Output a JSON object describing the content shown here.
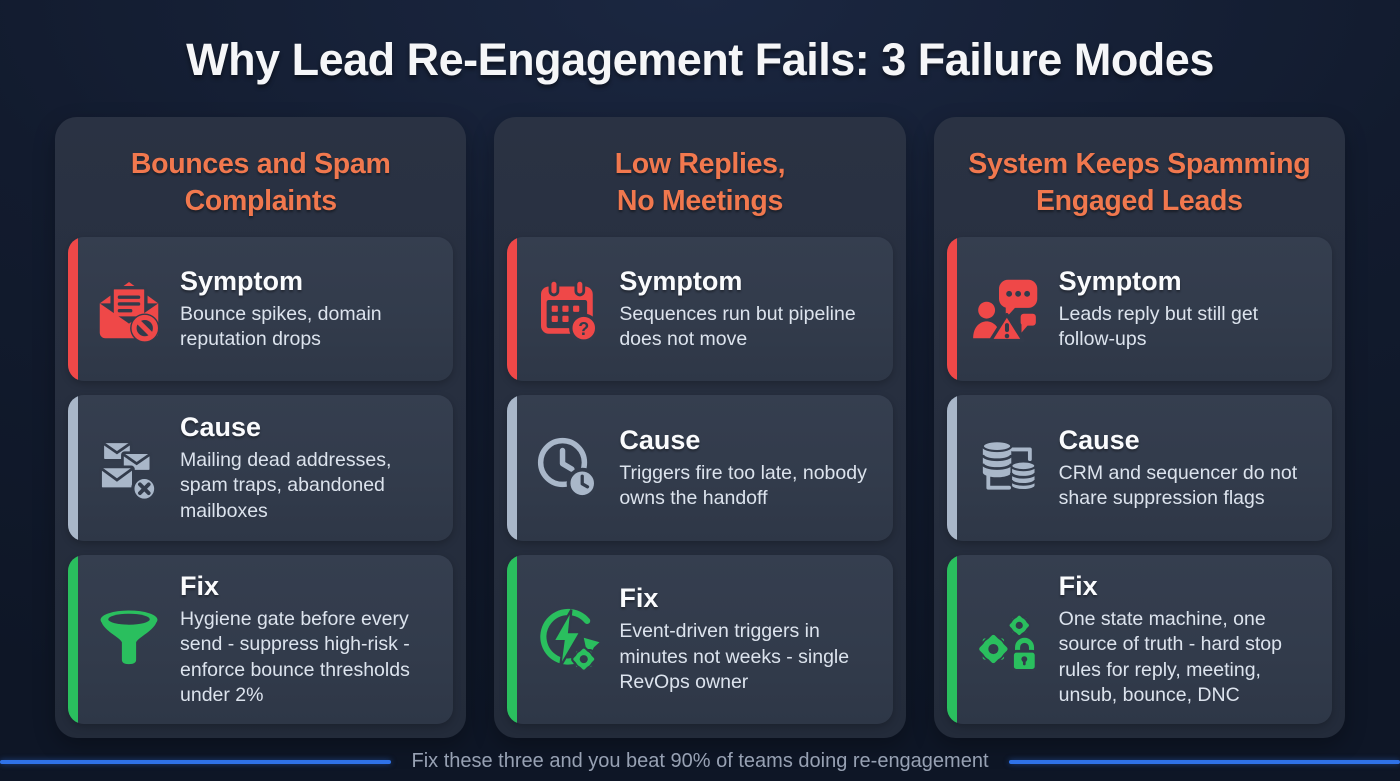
{
  "title": "Why Lead Re-Engagement Fails: 3 Failure Modes",
  "columns": [
    {
      "heading_line1": "Bounces and Spam",
      "heading_line2": "Complaints",
      "cards": [
        {
          "label": "Symptom",
          "text": "Bounce spikes, domain reputation drops",
          "icon": "mail-blocked-icon"
        },
        {
          "label": "Cause",
          "text": "Mailing dead addresses, spam traps, abandoned mailboxes",
          "icon": "mail-stack-x-icon"
        },
        {
          "label": "Fix",
          "text": "Hygiene gate before every send - suppress high-risk - enforce bounce thresholds under 2%",
          "icon": "funnel-icon"
        }
      ]
    },
    {
      "heading_line1": "Low Replies,",
      "heading_line2": "No Meetings",
      "cards": [
        {
          "label": "Symptom",
          "text": "Sequences run but pipeline does not move",
          "icon": "calendar-question-icon"
        },
        {
          "label": "Cause",
          "text": "Triggers fire too late, nobody owns the handoff",
          "icon": "clock-delay-icon"
        },
        {
          "label": "Fix",
          "text": "Event-driven triggers in minutes not weeks - single RevOps owner",
          "icon": "bolt-refresh-gear-icon"
        }
      ]
    },
    {
      "heading_line1": "System Keeps Spamming",
      "heading_line2": "Engaged Leads",
      "cards": [
        {
          "label": "Symptom",
          "text": "Leads reply but still get follow-ups",
          "icon": "chat-person-alert-icon"
        },
        {
          "label": "Cause",
          "text": "CRM and sequencer do not share suppression flags",
          "icon": "database-sync-icon"
        },
        {
          "label": "Fix",
          "text": "One state machine, one source of truth - hard stop rules for reply, meeting, unsub, bounce, DNC",
          "icon": "gears-lock-icon"
        }
      ]
    }
  ],
  "footer": {
    "text": "Fix these three and you beat 90% of teams doing re-engagement"
  },
  "colors": {
    "accent_red": "#ef4848",
    "accent_slate": "#a9b7c9",
    "accent_green": "#2abf5e",
    "heading_orange": "#f1784e",
    "divider_blue": "#2f72e8",
    "panel": "#262e3e",
    "card": "#323b4b"
  }
}
